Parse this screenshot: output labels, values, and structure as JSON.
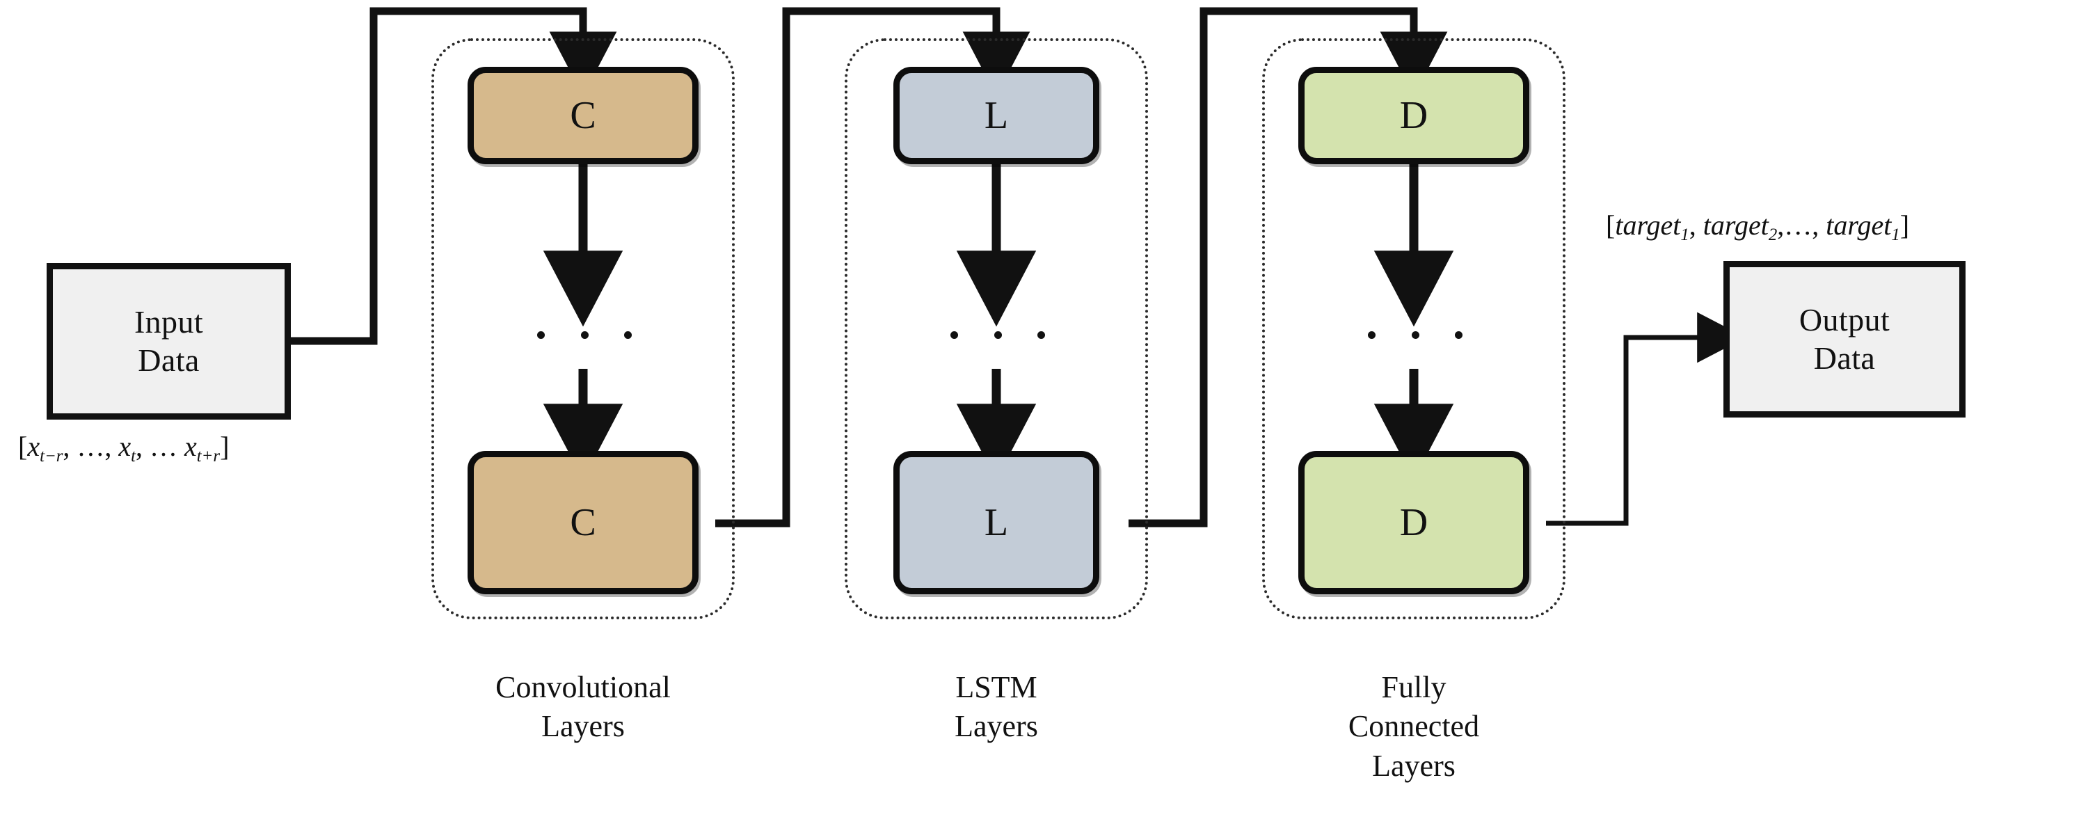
{
  "diagram": {
    "title": "CNN-LSTM-Dense sequence model architecture",
    "background": "#ffffff",
    "stroke_color": "#111111"
  },
  "io": {
    "input": {
      "line1": "Input",
      "line2": "Data",
      "fill": "#f0f0f0"
    },
    "output": {
      "line1": "Output",
      "line2": "Data",
      "fill": "#f0f0f0"
    }
  },
  "annotations": {
    "input_vector": {
      "open": "[",
      "t1_base": "x",
      "t1_sub": "t−r",
      "sep1": ", …, ",
      "t2_base": "x",
      "t2_sub": "t",
      "sep2": ", … ",
      "t3_base": "x",
      "t3_sub": "t+r",
      "close": "]",
      "plain": "[x_{t-r}, ..., x_t, ... x_{t+r}]"
    },
    "target_vector": {
      "open": "[",
      "t1_base": "target",
      "t1_sub": "1",
      "sep1": ", ",
      "t2_base": "target",
      "t2_sub": "2",
      "sep2": ",…, ",
      "t3_base": "target",
      "t3_sub": "1",
      "close": "]",
      "plain": "[target_1, target_2,..., target_1]"
    }
  },
  "groups": [
    {
      "id": "conv",
      "unit_symbol": "C",
      "fill": "#d6b98c",
      "caption_line1": "Convolutional",
      "caption_line2": "Layers",
      "caption_line3": ""
    },
    {
      "id": "lstm",
      "unit_symbol": "L",
      "fill": "#c3ccd7",
      "caption_line1": "LSTM",
      "caption_line2": "Layers",
      "caption_line3": ""
    },
    {
      "id": "dense",
      "unit_symbol": "D",
      "fill": "#d4e3ae",
      "caption_line1": "Fully",
      "caption_line2": "Connected",
      "caption_line3": "Layers"
    }
  ],
  "ellipsis": {
    "dot_count": 3,
    "symbol": "· · ·"
  }
}
